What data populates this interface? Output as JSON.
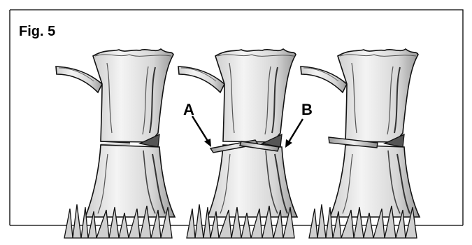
{
  "figure": {
    "caption": "Fig. 5",
    "callouts": {
      "a": "A",
      "b": "B"
    }
  },
  "colors": {
    "frame": "#000000",
    "trunk_fill": "#e6e6e6",
    "trunk_shade": "#7a7a7a",
    "outline": "#111111",
    "background": "#ffffff"
  }
}
